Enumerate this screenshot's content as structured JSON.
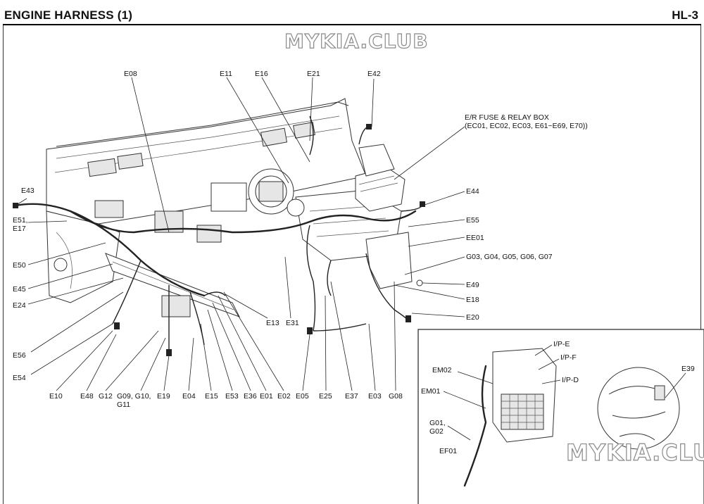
{
  "header": {
    "title": "ENGINE HARNESS (1)",
    "code": "HL-3"
  },
  "watermarks": [
    "MYKIA.CLUB",
    "MYKIA.CLUB"
  ],
  "labels": {
    "e08": "E08",
    "e11": "E11",
    "e16": "E16",
    "e21": "E21",
    "e42": "E42",
    "fuse_box_1": "E/R FUSE & RELAY BOX",
    "fuse_box_2": "(EC01, EC02, EC03, E61~E69, E70))",
    "e43": "E43",
    "e51": "E51,",
    "e17": "E17",
    "e50": "E50",
    "e45": "E45",
    "e24": "E24",
    "e44": "E44",
    "e55": "E55",
    "ee01": "EE01",
    "g03": "G03, G04, G05, G06, G07",
    "e49": "E49",
    "e18": "E18",
    "e20": "E20",
    "e13": "E13",
    "e31": "E31",
    "e56": "E56",
    "e54": "E54",
    "e10": "E10",
    "e48": "E48",
    "g12": "G12",
    "g09": "G09, G10,",
    "g11": "G11",
    "e19": "E19",
    "e04": "E04",
    "e15": "E15",
    "e53": "E53",
    "e36": "E36",
    "e01": "E01",
    "e02": "E02",
    "e05": "E05",
    "e25": "E25",
    "e37": "E37",
    "e03": "E03",
    "g08": "G08",
    "ip_e": "I/P-E",
    "ip_f": "I/P-F",
    "ip_d": "I/P-D",
    "em02": "EM02",
    "em01": "EM01",
    "g01": "G01,",
    "g02": "G02",
    "ef01": "EF01",
    "e39": "E39"
  }
}
